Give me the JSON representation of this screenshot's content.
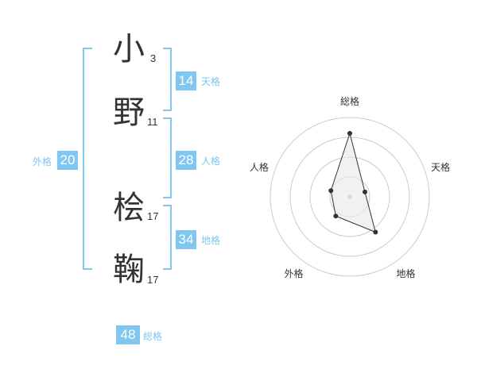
{
  "name": {
    "characters": [
      {
        "char": "小",
        "strokes": "3"
      },
      {
        "char": "野",
        "strokes": "11"
      },
      {
        "char": "桧",
        "strokes": "17"
      },
      {
        "char": "鞠",
        "strokes": "17"
      }
    ]
  },
  "kakusu": {
    "tenkaku": {
      "value": "14",
      "label": "天格"
    },
    "jinkaku": {
      "value": "28",
      "label": "人格"
    },
    "chikaku": {
      "value": "34",
      "label": "地格"
    },
    "gaikaku": {
      "value": "20",
      "label": "外格"
    },
    "soukaku": {
      "value": "48",
      "label": "総格"
    }
  },
  "chart_data": {
    "type": "radar",
    "axes": [
      "総格",
      "天格",
      "地格",
      "外格",
      "人格"
    ],
    "values": [
      0.8,
      0.2,
      0.55,
      0.3,
      0.25
    ],
    "max": 1,
    "rings": 4,
    "colors": {
      "accent": "#7fc6f0",
      "ring": "#cccccc",
      "fill": "#e8e8e8",
      "line": "#333333"
    }
  }
}
